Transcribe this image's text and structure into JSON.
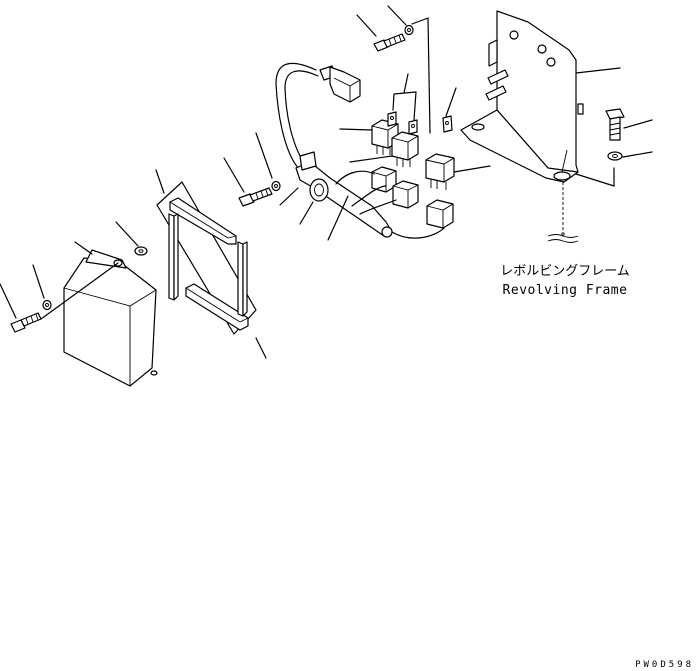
{
  "labels": {
    "frame_jp": "レボルビングフレーム",
    "frame_en": "Revolving Frame",
    "drawing_code": "PW0D598"
  },
  "colors": {
    "line": "#000000",
    "background": "#ffffff"
  }
}
